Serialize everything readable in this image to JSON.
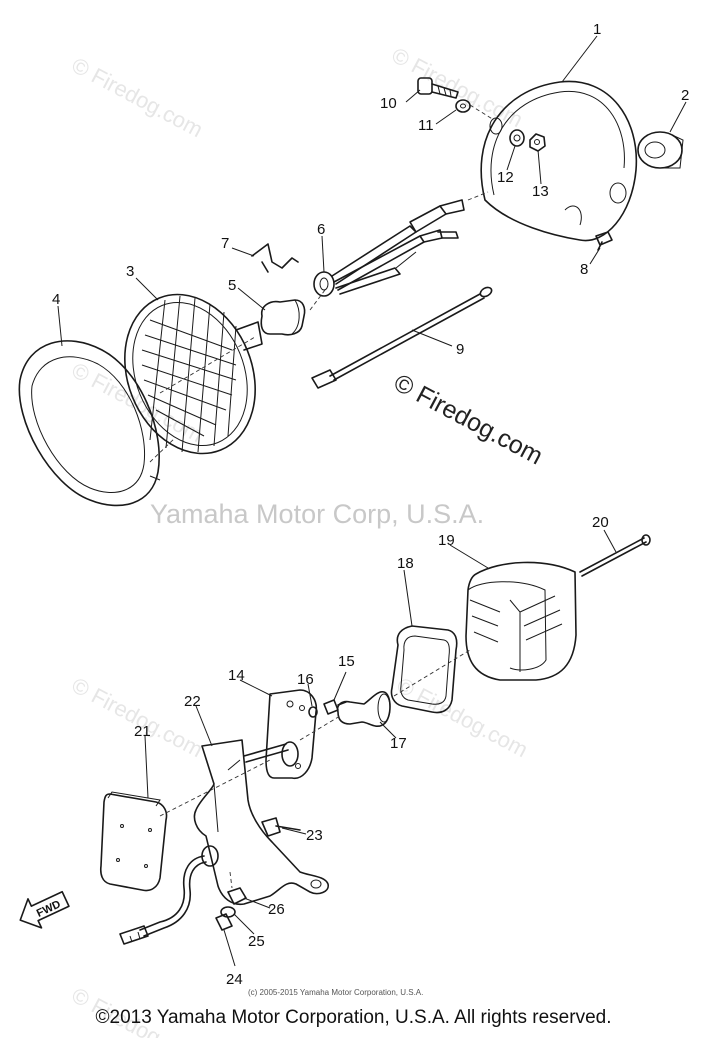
{
  "watermarks": {
    "center_corp": "Yamaha Motor Corp, U.S.A.",
    "firedog": "© Firedog.com",
    "firedog_faint": "© Firedog.com"
  },
  "inner_copyright": "(c) 2005-2015 Yamaha Motor Corporation, U.S.A.",
  "footer_copyright": "©2013 Yamaha Motor Corporation, U.S.A. All rights reserved.",
  "fwd_label": "FWD",
  "callouts": [
    "1",
    "2",
    "3",
    "4",
    "5",
    "6",
    "7",
    "8",
    "9",
    "10",
    "11",
    "12",
    "13",
    "14",
    "15",
    "16",
    "17",
    "18",
    "19",
    "20",
    "21",
    "22",
    "23",
    "24",
    "25",
    "26"
  ]
}
